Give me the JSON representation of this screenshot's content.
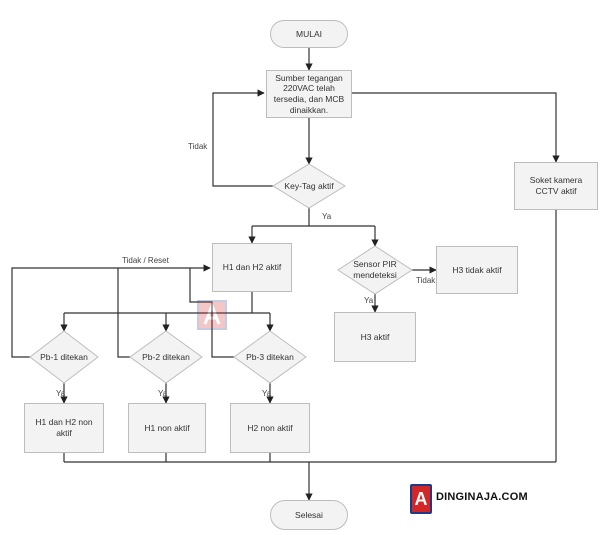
{
  "nodes": {
    "mulai": "MULAI",
    "sumber": "Sumber tegangan 220VAC telah tersedia, dan MCB dinaikkan.",
    "keytag": "Key-Tag aktif",
    "soket": "Soket kamera CCTV aktif",
    "h1h2": "H1 dan H2 aktif",
    "sensor": "Sensor PIR mendeteksi",
    "h3tidak": "H3 tidak aktif",
    "h3aktif": "H3 aktif",
    "pb1": "Pb-1 ditekan",
    "pb2": "Pb-2 ditekan",
    "pb3": "Pb-3 ditekan",
    "r1": "H1 dan H2 non aktif",
    "r2": "H1 non aktif",
    "r3": "H2 non aktif",
    "selesai": "Selesai"
  },
  "labels": {
    "tidak_key": "Tidak",
    "ya_key": "Ya",
    "tidak_reset": "Tidak / Reset",
    "tidak_sensor": "Tidak",
    "ya_sensor": "Ya",
    "ya_pb1": "Ya",
    "ya_pb2": "Ya",
    "ya_pb3": "Ya"
  },
  "watermark": {
    "badge": "A",
    "text": "DINGINAJA.COM",
    "badge_color": "#d32626",
    "border_color": "#1d3a8a"
  }
}
